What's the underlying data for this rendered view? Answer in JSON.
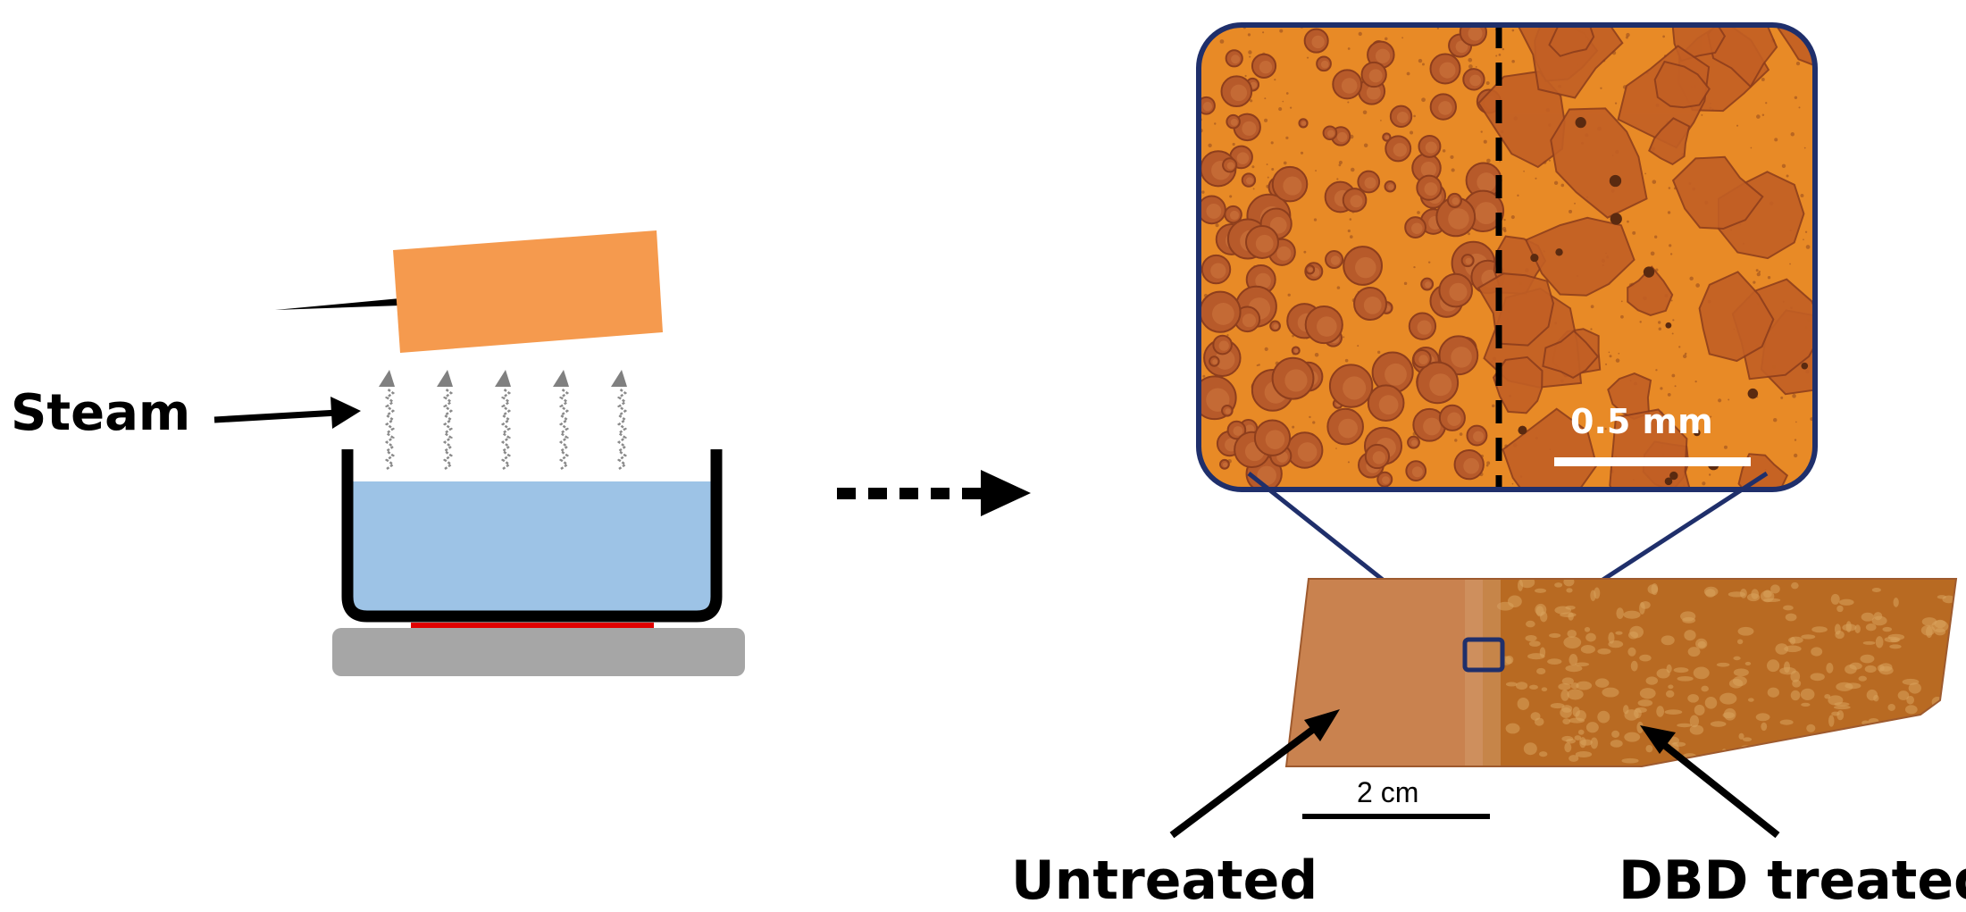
{
  "labels": {
    "steam": "Steam",
    "untreated": "Untreated",
    "dbd_treated": "DBD treated",
    "micro_scale": "0.5 mm",
    "macro_scale": "2 cm"
  },
  "colors": {
    "sample_orange": "#F59A4E",
    "water_blue": "#9DC3E6",
    "heater_red": "#E00000",
    "base_gray": "#A6A6A6",
    "frame_navy": "#1F2F6B",
    "micro_bg": "#E88A26",
    "droplet": "#B75A2A",
    "film_untreated": "#C9824F",
    "film_treated": "#B86A22"
  },
  "icons": {
    "steam_arrows": "wavy-up-arrow-icon",
    "process_arrow": "dashed-right-arrow-icon"
  }
}
